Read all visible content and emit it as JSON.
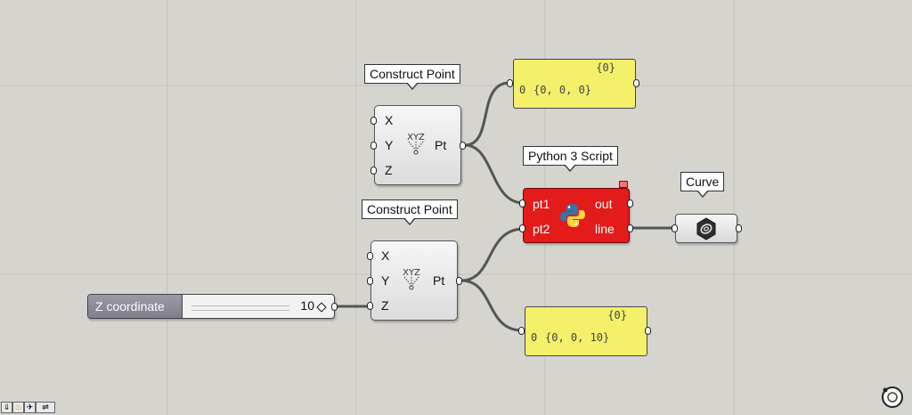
{
  "canvas": {
    "background": "#d6d4cf",
    "grid_color": "#c4c2bd"
  },
  "construct_point_1": {
    "tooltip": "Construct Point",
    "inputs": [
      "X",
      "Y",
      "Z"
    ],
    "output": "Pt",
    "icon_label": "XYZ"
  },
  "construct_point_2": {
    "tooltip": "Construct Point",
    "inputs": [
      "X",
      "Y",
      "Z"
    ],
    "output": "Pt",
    "icon_label": "XYZ"
  },
  "panel_1": {
    "path": "{0}",
    "index": "0",
    "value": "{0, 0, 0}"
  },
  "panel_2": {
    "path": "{0}",
    "index": "0",
    "value": "{0, 0, 10}"
  },
  "python_script": {
    "tooltip": "Python 3 Script",
    "inputs": [
      "pt1",
      "pt2"
    ],
    "outputs": [
      "out",
      "line"
    ],
    "color": "#e31b1b",
    "icon": "python-logo-icon"
  },
  "curve": {
    "tooltip": "Curve",
    "icon": "curve-param-icon"
  },
  "slider": {
    "name": "Z coordinate",
    "value": "10"
  },
  "taskbar": {
    "icons": [
      "download-icon",
      "flame-icon",
      "bird-icon",
      "arrows-icon"
    ]
  }
}
